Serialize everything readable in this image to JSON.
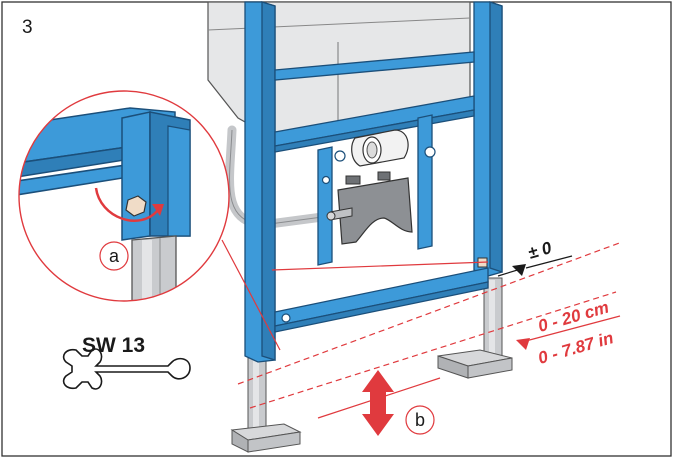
{
  "step": {
    "number": "3"
  },
  "callouts": {
    "a": "a",
    "b": "b"
  },
  "tool": {
    "label": "SW 13",
    "icon": "wrench-icon"
  },
  "dimensions": {
    "zero": "± 0",
    "range_metric": "0 - 20 cm",
    "range_imperial": "0 - 7.87 in"
  },
  "colors": {
    "frame_blue": "#3d9ad9",
    "frame_edge": "#1b4f7a",
    "accent_red": "#e03a3e",
    "steel_grey": "#c9cbce",
    "cistern_grey": "#e6e7e8"
  }
}
